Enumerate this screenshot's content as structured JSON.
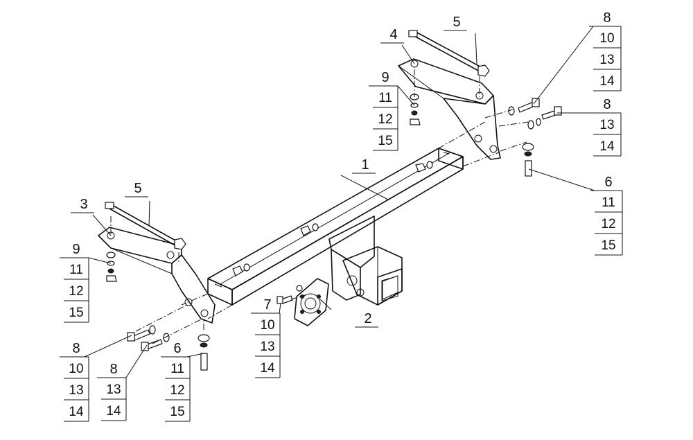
{
  "callouts": [
    {
      "id": "c1",
      "cells": [
        "1"
      ]
    },
    {
      "id": "c2",
      "cells": [
        "2"
      ]
    },
    {
      "id": "c3",
      "cells": [
        "3"
      ]
    },
    {
      "id": "c4",
      "cells": [
        "4"
      ]
    },
    {
      "id": "c5a",
      "cells": [
        "5"
      ]
    },
    {
      "id": "c5b",
      "cells": [
        "5"
      ]
    },
    {
      "id": "c9r",
      "cells": [
        "9",
        "11",
        "12",
        "15"
      ]
    },
    {
      "id": "c8r1",
      "cells": [
        "8",
        "10",
        "13",
        "14"
      ]
    },
    {
      "id": "c8r2",
      "cells": [
        "8",
        "13",
        "14"
      ]
    },
    {
      "id": "c6r",
      "cells": [
        "6",
        "11",
        "12",
        "15"
      ]
    },
    {
      "id": "c9l",
      "cells": [
        "9",
        "11",
        "12",
        "15"
      ]
    },
    {
      "id": "c7",
      "cells": [
        "7",
        "10",
        "13",
        "14"
      ]
    },
    {
      "id": "c8l1",
      "cells": [
        "8",
        "10",
        "13",
        "14"
      ]
    },
    {
      "id": "c8l2",
      "cells": [
        "8",
        "13",
        "14"
      ]
    },
    {
      "id": "c6l",
      "cells": [
        "6",
        "11",
        "12",
        "15"
      ]
    }
  ],
  "colors": {
    "ink": "#111111",
    "paper": "#ffffff"
  }
}
